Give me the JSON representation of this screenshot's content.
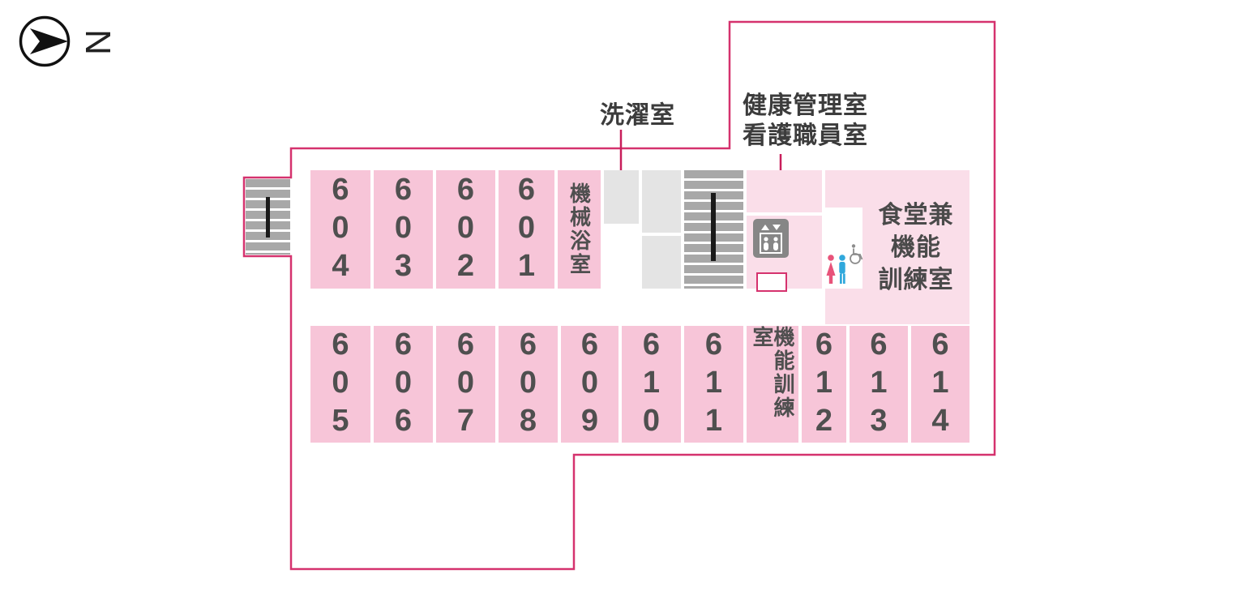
{
  "compass": {
    "north_label": "N"
  },
  "callouts": {
    "laundry": {
      "label": "洗濯室"
    },
    "health": {
      "line1": "健康管理室",
      "line2": "看護職員室"
    }
  },
  "rooms": {
    "top": [
      "604",
      "603",
      "602",
      "601"
    ],
    "machine_bath": "機械浴室",
    "bottom": [
      "605",
      "606",
      "607",
      "608",
      "609",
      "610",
      "611"
    ],
    "training": "機能訓練室",
    "bottom_right": [
      "612",
      "613",
      "614"
    ],
    "dining": {
      "line1": "食堂兼",
      "line2": "機能",
      "line3": "訓練室"
    }
  },
  "icons": {
    "north_arrow": "north-arrow-icon",
    "elevator": "elevator-icon",
    "woman": "woman-icon",
    "man": "man-icon",
    "wheelchair": "wheelchair-icon",
    "stairs_left": "stairs-icon",
    "stairs_middle": "stairs-icon"
  },
  "colors": {
    "outline_pink": "#d5326e",
    "room_pink": "#f7c5d8",
    "light_pink": "#fadee9",
    "utility_gray": "#e4e4e4",
    "stair_gray": "#a8a8a8",
    "elevator_gray": "#868686",
    "toilet_red": "#e8537a",
    "toilet_blue": "#30a8dc",
    "number_text": "#4f4f4f"
  }
}
